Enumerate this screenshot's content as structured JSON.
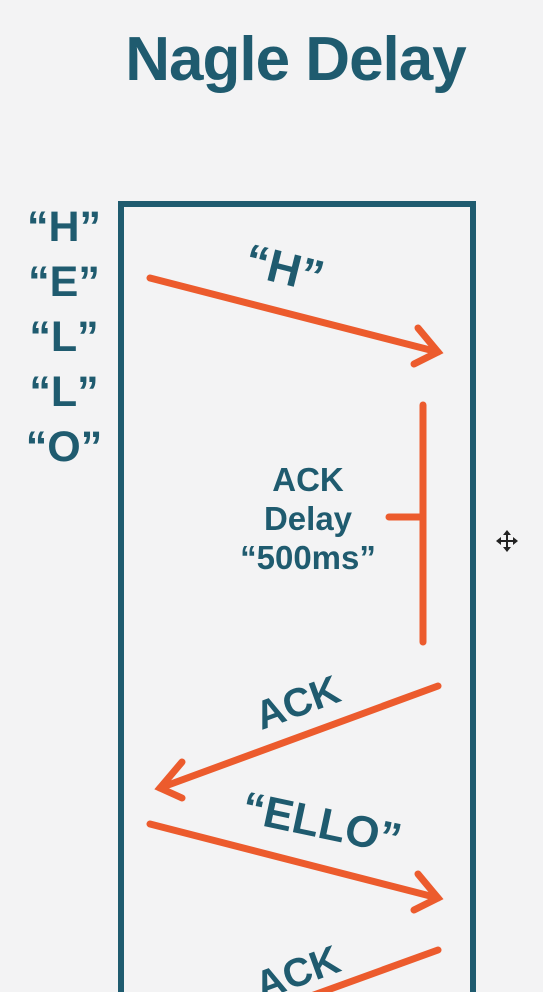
{
  "title": "Nagle Delay",
  "sender_letters": [
    "“H”",
    "“E”",
    "“L”",
    "“L”",
    "“O”"
  ],
  "messages": {
    "first_segment": "“H”",
    "ack_1": "ACK",
    "second_segment": "“ELLO”",
    "ack_2": "ACK"
  },
  "ack_delay": {
    "line1": "ACK",
    "line2": "Delay",
    "line3": "“500ms”"
  },
  "colors": {
    "text": "#1f5b6f",
    "box": "#1f5b6f",
    "arrow": "#ec5b2d",
    "background": "#f3f3f4"
  },
  "icons": {
    "cursor": "move-cursor-icon"
  }
}
